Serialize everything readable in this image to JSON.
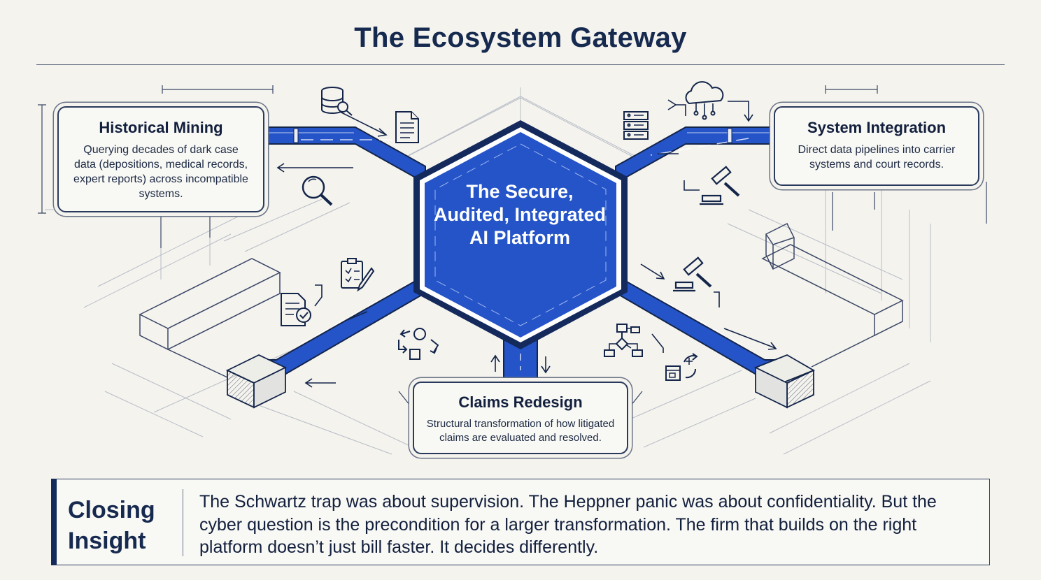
{
  "title": "The Ecosystem Gateway",
  "hub": {
    "label": "The Secure, Audited, Integrated AI Platform",
    "fill": "#2454c8",
    "dark": "#163a9a"
  },
  "cards": {
    "historical_mining": {
      "title": "Historical Mining",
      "body": "Querying decades of dark case data (depositions, medical records, expert reports) across incompatible systems."
    },
    "system_integration": {
      "title": "System Integration",
      "body": "Direct data pipelines into carrier systems and court records."
    },
    "claims_redesign": {
      "title": "Claims Redesign",
      "body": "Structural transformation of how litigated claims are evaluated and resolved."
    }
  },
  "icons": [
    "database-search-icon",
    "document-icon",
    "magnifier-icon",
    "checklist-pencil-icon",
    "document-check-icon",
    "cycle-icon",
    "server-rack-icon",
    "cloud-network-icon",
    "gavel-icon",
    "gavel-icon",
    "flowchart-icon",
    "window-refresh-icon"
  ],
  "closing": {
    "label": "Closing Insight",
    "text": "The Schwartz trap was about supervision. The Heppner panic was about confidentiality. But the cyber question is the precondition for a larger transformation. The firm that builds on the right platform doesn’t just bill faster. It decides differently."
  },
  "colors": {
    "ink": "#16294f",
    "pipe": "#2454c8",
    "line": "#6a7487",
    "background": "#f4f3ee"
  }
}
